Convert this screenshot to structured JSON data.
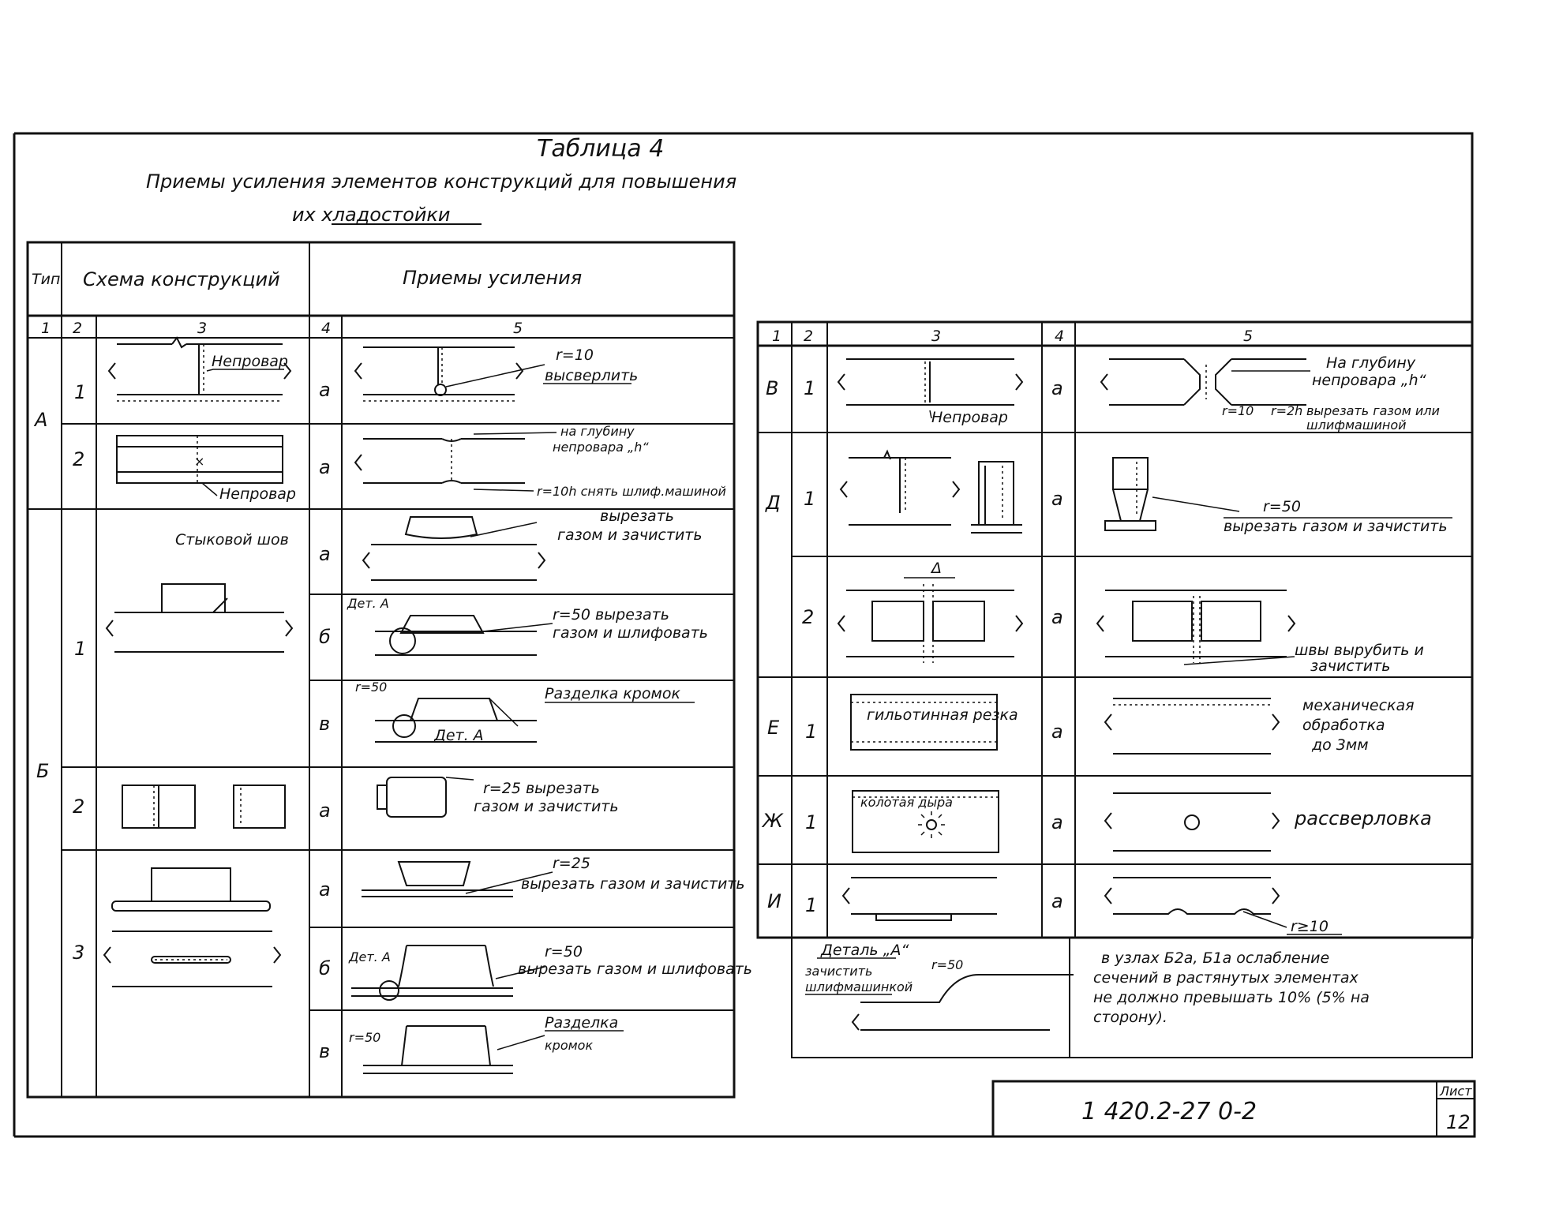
{
  "header": {
    "table_number": "Таблица 4",
    "title_line1": "Приемы усиления элементов конструкций для повышения",
    "title_line2": "их хладостойки"
  },
  "left_table": {
    "col_headers": {
      "type": "Тип",
      "scheme": "Схема конструкций",
      "methods": "Приемы усиления"
    },
    "col_numbers": [
      "1",
      "2",
      "3",
      "4",
      "5"
    ],
    "types": [
      "А",
      "Б"
    ],
    "rows": [
      {
        "type": "А",
        "num": "1",
        "variant": "а",
        "scheme_label": "Непровар",
        "method_text": [
          "r=10",
          "высверлить"
        ]
      },
      {
        "type": "А",
        "num": "2",
        "variant": "а",
        "scheme_label": "Непровар",
        "method_text": [
          "на глубину",
          "непровара „h“",
          "r=10h снять шлиф.машиной"
        ]
      },
      {
        "type": "Б",
        "num": "1",
        "variant": "а",
        "scheme_label": "Стыковой шов",
        "method_text": [
          "вырезать",
          "газом и зачистить"
        ]
      },
      {
        "type": "Б",
        "num": "1",
        "variant": "б",
        "method_text": [
          "Дет. А",
          "r=50 вырезать",
          "газом и шлифовать"
        ]
      },
      {
        "type": "Б",
        "num": "1",
        "variant": "в",
        "method_text": [
          "r=50",
          "Разделка кромок",
          "Дет. А"
        ]
      },
      {
        "type": "Б",
        "num": "2",
        "variant": "а",
        "method_text": [
          "r=25 вырезать",
          "газом и зачистить"
        ]
      },
      {
        "type": "Б",
        "num": "3",
        "variant": "а",
        "method_text": [
          "r=25",
          "вырезать газом и зачистить"
        ]
      },
      {
        "type": "Б",
        "num": "3",
        "variant": "б",
        "method_text": [
          "Дет. А",
          "r=50",
          "вырезать газом и шлифовать"
        ]
      },
      {
        "type": "Б",
        "num": "3",
        "variant": "в",
        "method_text": [
          "r=50",
          "Разделка",
          "кромок"
        ]
      }
    ]
  },
  "right_table": {
    "col_numbers": [
      "1",
      "2",
      "3",
      "4",
      "5"
    ],
    "rows": [
      {
        "type": "В",
        "num": "1",
        "variant": "а",
        "scheme_label": "Непровар",
        "method_text": [
          "На глубину",
          "непровара „h“",
          "r=10",
          "r=2h",
          "вырезать газом или",
          "шлифмашиной"
        ]
      },
      {
        "type": "Д",
        "num": "1",
        "variant": "а",
        "method_text": [
          "r=50",
          "вырезать газом и зачистить"
        ]
      },
      {
        "type": "Д",
        "num": "2",
        "variant": "а",
        "scheme_label": "Δ",
        "method_text": [
          "швы вырубить и",
          "зачистить"
        ]
      },
      {
        "type": "Е",
        "num": "1",
        "variant": "а",
        "scheme_label": "гильотинная резка",
        "method_text": [
          "механическая",
          "обработка",
          "до 3мм"
        ]
      },
      {
        "type": "Ж",
        "num": "1",
        "variant": "а",
        "scheme_label": "колотая дыра",
        "method_text": [
          "рассверловка"
        ]
      },
      {
        "type": "И",
        "num": "1",
        "variant": "а",
        "method_text": [
          "r≥10"
        ]
      }
    ],
    "detail": {
      "title": "Деталь „А“",
      "line1": "зачистить",
      "line2": "шлифмашинкой",
      "r_label": "r=50"
    },
    "note": [
      "в узлах Б2а, Б1а ослабление",
      "сечений в растянутых элементах",
      "не должно превышать 10% (5% на",
      "сторону)."
    ]
  },
  "stamp": {
    "code": "1 420.2-27 0-2",
    "sheet_label": "Лист",
    "sheet_number": "12"
  }
}
